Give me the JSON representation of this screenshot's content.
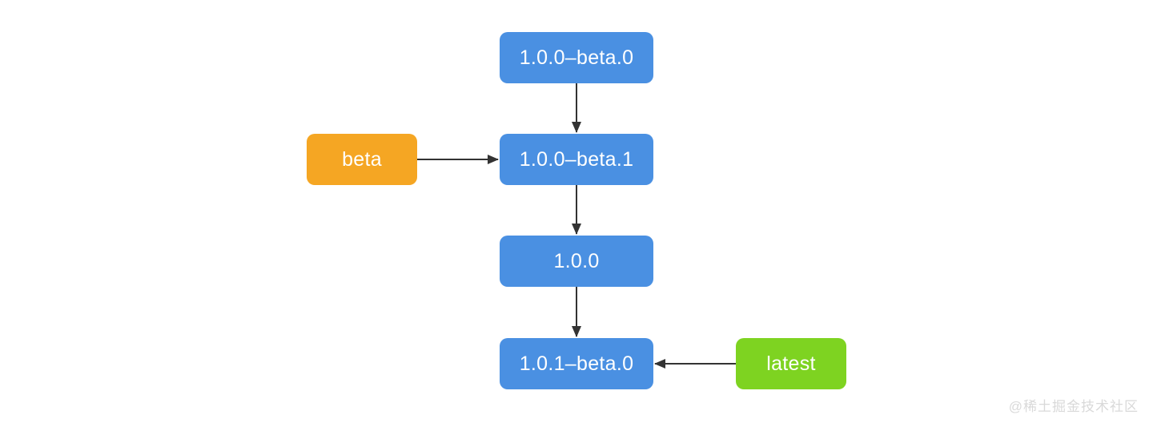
{
  "nodes": {
    "v100b0": {
      "label": "1.0.0–beta.0",
      "type": "version"
    },
    "beta": {
      "label": "beta",
      "type": "dist-tag"
    },
    "v100b1": {
      "label": "1.0.0–beta.1",
      "type": "version"
    },
    "v100": {
      "label": "1.0.0",
      "type": "version"
    },
    "v101b0": {
      "label": "1.0.1–beta.0",
      "type": "version"
    },
    "latest": {
      "label": "latest",
      "type": "dist-tag"
    }
  },
  "edges": [
    {
      "from": "v100b0",
      "to": "v100b1",
      "direction": "down"
    },
    {
      "from": "v100b1",
      "to": "v100",
      "direction": "down"
    },
    {
      "from": "v100",
      "to": "v101b0",
      "direction": "down"
    },
    {
      "from": "beta",
      "to": "v100b1",
      "direction": "right"
    },
    {
      "from": "latest",
      "to": "v101b0",
      "direction": "left"
    }
  ],
  "colors": {
    "version_box": "#4a90e2",
    "beta_tag_box": "#f5a623",
    "latest_tag_box": "#7ed321",
    "arrow": "#333333",
    "text": "#ffffff",
    "watermark_text": "#d9d9d9"
  },
  "watermark": "@稀土掘金技术社区"
}
